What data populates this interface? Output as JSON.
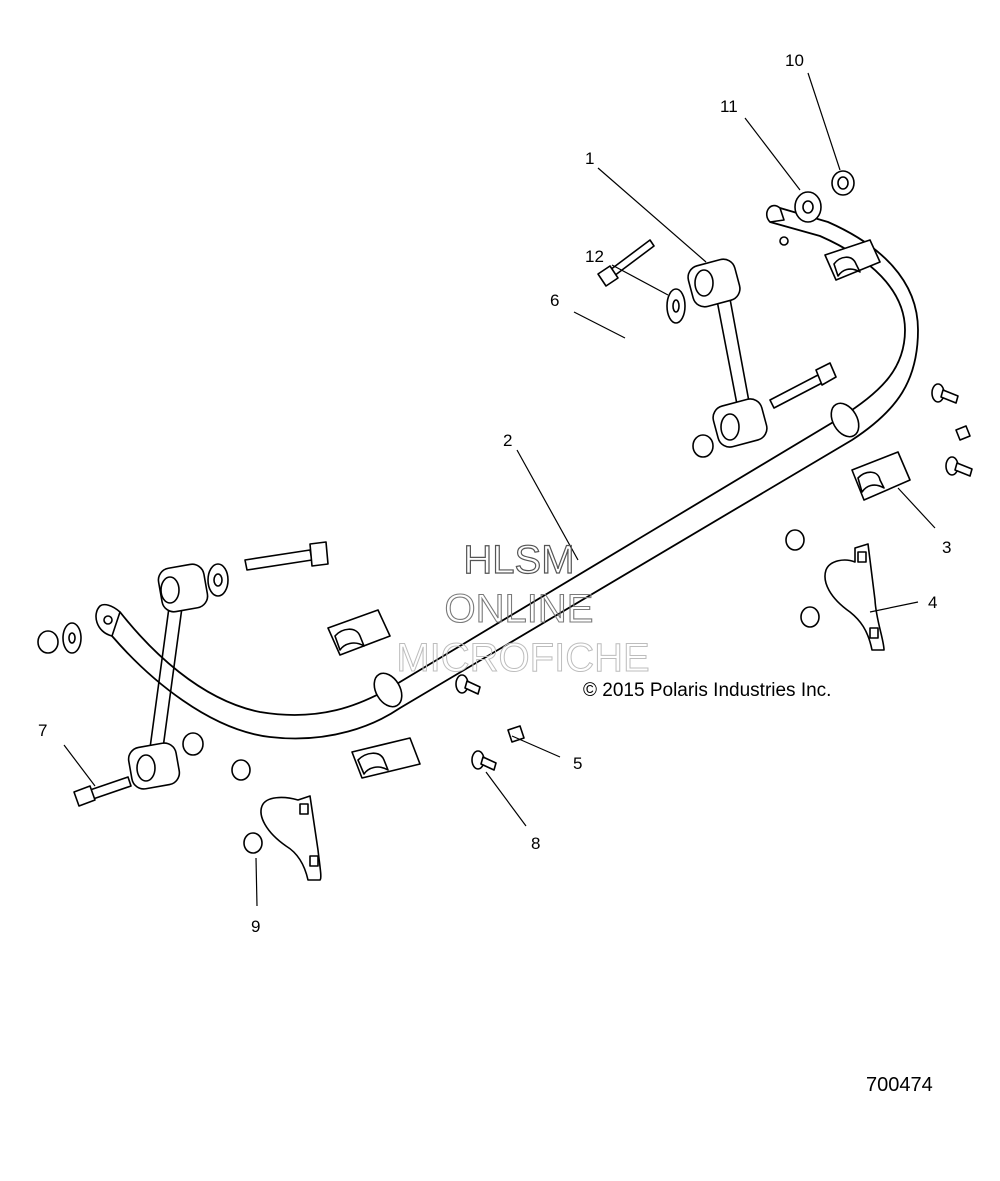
{
  "diagram": {
    "callouts": [
      "1",
      "2",
      "3",
      "4",
      "5",
      "6",
      "7",
      "8",
      "9",
      "10",
      "11",
      "12"
    ],
    "watermark": [
      "HLSM",
      "ONLINE",
      "MICROFICHE"
    ],
    "copyright": "© 2015 Polaris Industries Inc.",
    "document_number": "700474"
  }
}
